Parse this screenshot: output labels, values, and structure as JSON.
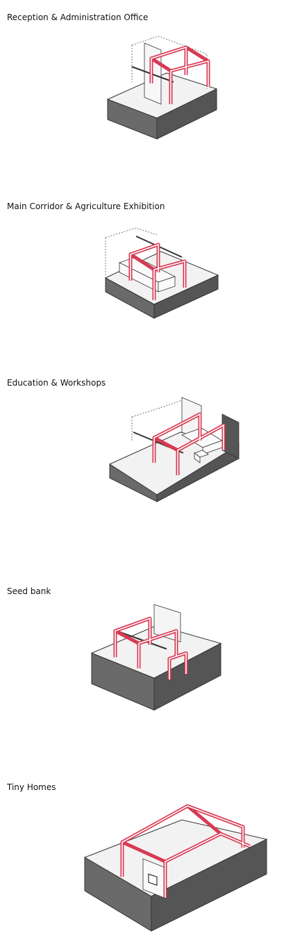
{
  "sections": [
    {
      "title": "Reception & Administration Office"
    },
    {
      "title": "Main Corridor & Agriculture Exhibition"
    },
    {
      "title": "Education & Workshops"
    },
    {
      "title": "Seed bank"
    },
    {
      "title": "Tiny Homes"
    }
  ],
  "colors": {
    "frame": "#e0405a",
    "frame_stroke": "#b8243b",
    "slab_top": "#f2f2f2",
    "slab_side": "#555555",
    "slab_front": "#6a6a6a",
    "line": "#333333"
  }
}
